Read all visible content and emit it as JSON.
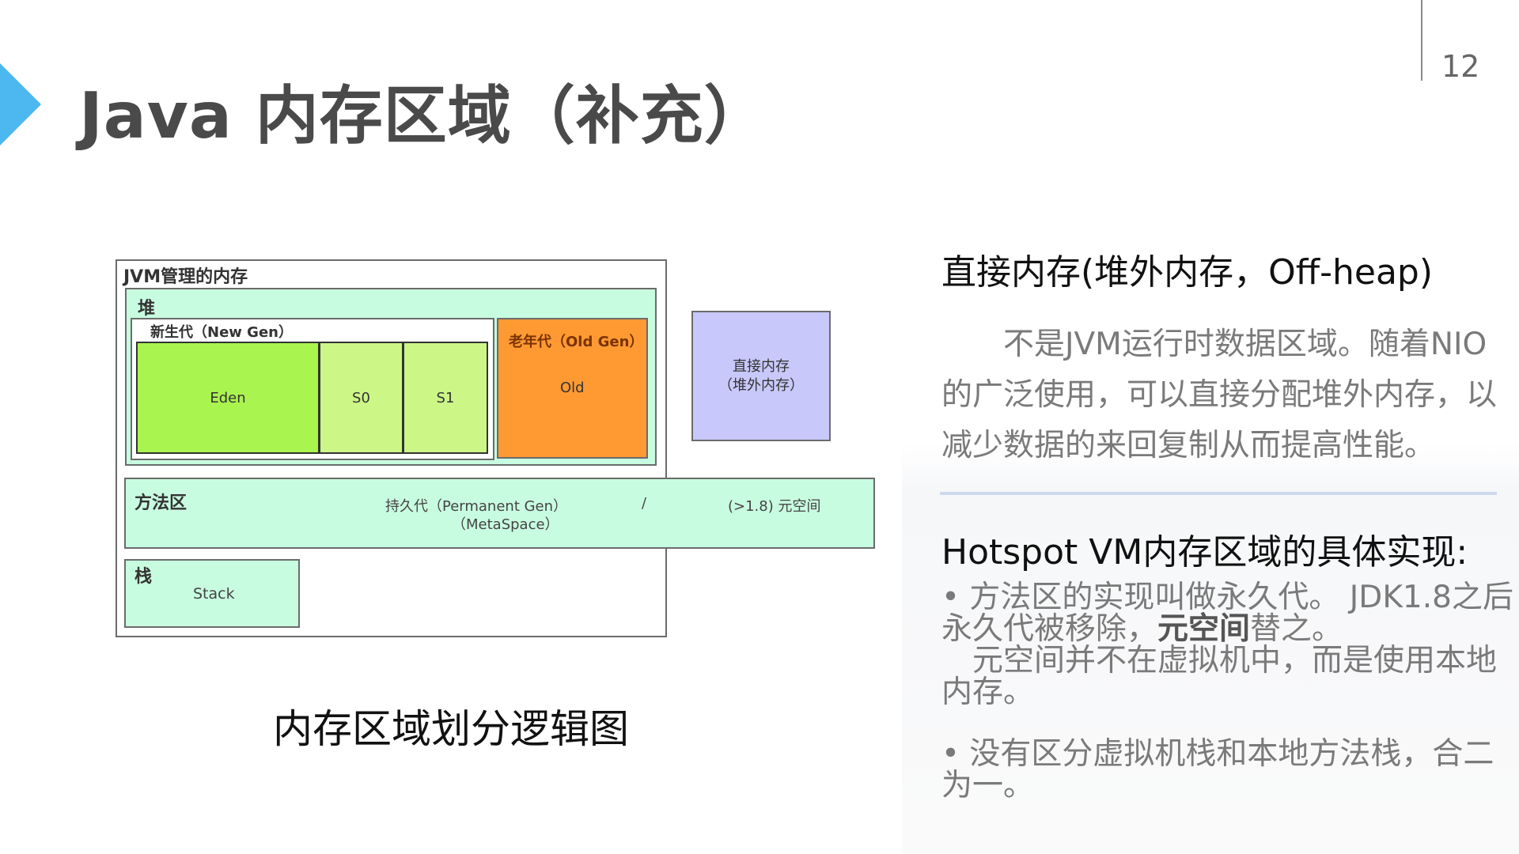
{
  "slide": {
    "title": "Java 内存区域（补充）",
    "page_number": "12"
  },
  "diagram": {
    "outer_label": "JVM管理的内存",
    "heap_label": "堆",
    "new_gen_label": "新生代（New Gen）",
    "eden_label": "Eden",
    "s0_label": "S0",
    "s1_label": "S1",
    "old_gen_label": "老年代（Old Gen）",
    "old_label": "Old",
    "direct_memory_line1": "直接内存",
    "direct_memory_line2": "（堆外内存）",
    "method_area_label": "方法区",
    "perm_gen_line1": "持久代（Permanent Gen）",
    "perm_gen_line2": "（MetaSpace）",
    "slash": "/",
    "metaspace_label": "(>1.8) 元空间",
    "stack_section_label": "栈",
    "stack_label": "Stack",
    "caption": "内存区域划分逻辑图",
    "colors": {
      "heap_fill": "#c8fce0",
      "eden_fill": "#aaf44f",
      "survivor_fill": "#ccf787",
      "old_fill": "#ff9a33",
      "direct_fill": "#c8c8fa",
      "old_label_color": "#7a3300"
    }
  },
  "right_panel": {
    "direct_heading": "直接内存(堆外内存，Off-heap)",
    "direct_lines": [
      "　　不是JVM运行时数据区域。随着NIO",
      "的广泛使用，可以直接分配堆外内存，以",
      "减少数据的来回复制从而提高性能。"
    ],
    "hotspot_heading": "Hotspot VM内存区域的具体实现:",
    "bullet1": {
      "marker": "•",
      "line1": " 方法区的实现叫做永久代。 JDK1.8之后",
      "line2_prefix": "永久代被移除，",
      "line2_bold": "元空间",
      "line2_suffix": "替之。",
      "line3": "　元空间并不在虚拟机中，而是使用本地",
      "line4": "内存。"
    },
    "bullet2": {
      "marker": "•",
      "line1": "  没有区分虚拟机栈和本地方法栈，合二",
      "line2": "为一。"
    }
  }
}
